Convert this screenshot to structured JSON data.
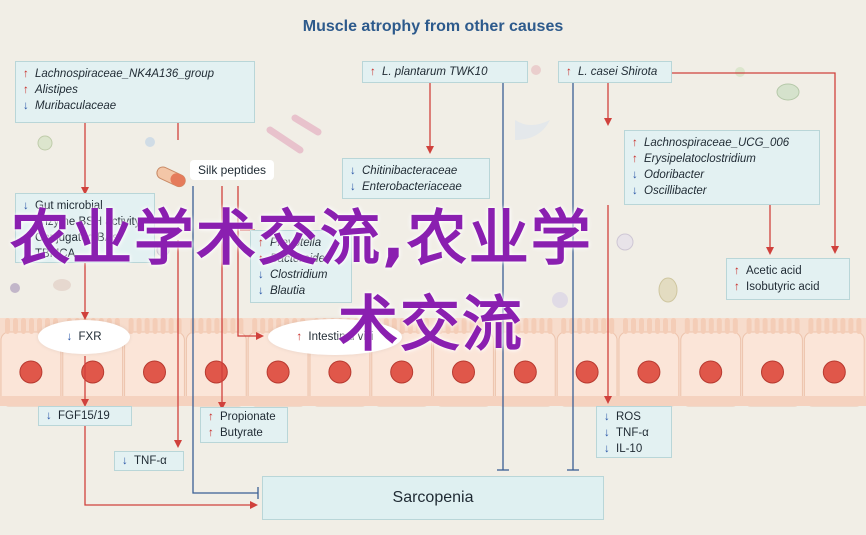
{
  "title": "Muscle atrophy from other causes",
  "boxes": {
    "lachno_nk": [
      "Lachnospiraceae_NK4A136_group",
      "Alistipes",
      "Muribaculaceae"
    ],
    "plantarum": "L. plantarum TWK10",
    "casei": "L. casei Shirota",
    "chitin": [
      "Chitinibacteraceae",
      "Enterobacteriaceae"
    ],
    "lachno_ucg": [
      "Lachnospiraceae_UCG_006",
      "Erysipelatoclostridium",
      "Odoribacter",
      "Oscillibacter"
    ],
    "gut_microbial": [
      "Gut microbial",
      "enzyme BSH activity",
      "Conjugated BAs",
      "TBMCA"
    ],
    "prevotella": [
      "Prevotella",
      "Bacteroides",
      "Clostridium",
      "Blautia"
    ],
    "acids": [
      "Acetic acid",
      "Isobutyric acid"
    ],
    "propionate": [
      "Propionate",
      "Butyrate"
    ],
    "ros": [
      "ROS",
      "TNF-α",
      "IL-10"
    ],
    "fgf": "FGF15/19",
    "tnf_left": "TNF-α"
  },
  "ellipses": {
    "fxr": "FXR",
    "villi": "Intestinal villi"
  },
  "silk": "Silk peptides",
  "sarcopenia": "Sarcopenia",
  "watermark": {
    "line1": "农业学术交流,农业学",
    "line2": "术交流"
  },
  "colors": {
    "up_arrow": "#c9302c",
    "down_arrow": "#2a57a8",
    "red_line": "#d0413c",
    "blue_line": "#3a5f95",
    "watermark": "#8a1fb0"
  },
  "icons": [
    "up-arrow-icon",
    "down-arrow-icon",
    "silk-pill-icon",
    "bacteria-icon"
  ]
}
